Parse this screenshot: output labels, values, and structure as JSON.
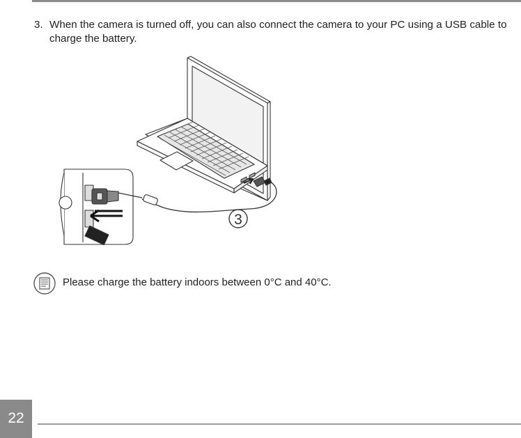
{
  "step": {
    "number": "3.",
    "text": "When the camera is turned off, you can also connect the camera to your PC using a USB cable to charge the battery."
  },
  "illustration": {
    "callout": "3",
    "icon": "laptop-usb-camera-illustration"
  },
  "note": {
    "icon": "note-icon",
    "text": "Please charge the battery indoors between 0°C and 40°C."
  },
  "footer": {
    "page_number": "22"
  }
}
